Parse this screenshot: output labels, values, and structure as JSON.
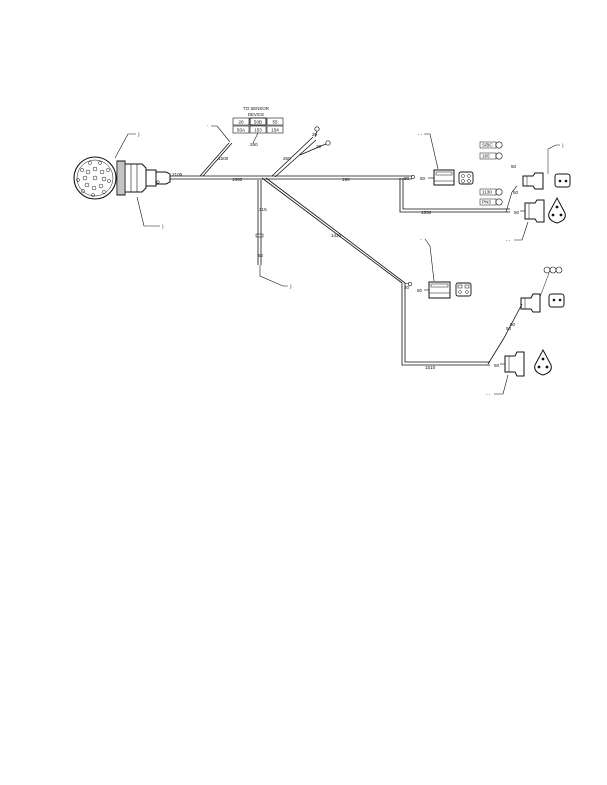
{
  "diagram": {
    "header": {
      "line1": "TO SENSOR",
      "line2": "DEVICE",
      "cells": [
        "20",
        "50B",
        "55",
        "50A",
        "153",
        "154"
      ]
    },
    "wire_labels": {
      "w2100": "2100",
      "w1550": "1550",
      "w190": "190",
      "w1500": "1500",
      "w250a": "250",
      "w250b": "250",
      "w20a": "20",
      "w20b": "20",
      "w1530": "1530",
      "w215": "215",
      "w1420": "1420",
      "w1510": "1510",
      "w50": "50"
    },
    "terminal_tags": [
      "S/BC",
      "165",
      "1130",
      "PN3"
    ],
    "connector_tags": [
      "50",
      "50",
      "50",
      "50",
      "50",
      "50",
      "50",
      "50"
    ],
    "misc_marks": [
      "80",
      "20"
    ]
  }
}
